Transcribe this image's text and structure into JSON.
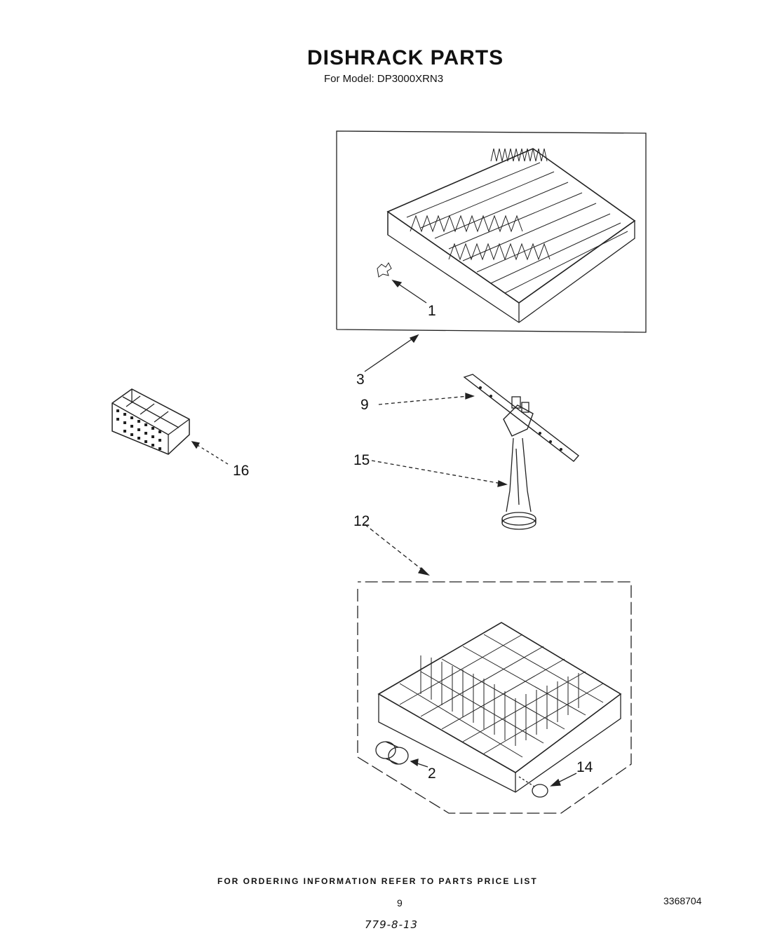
{
  "header": {
    "title": "DISHRACK PARTS",
    "subtitle": "For Model: DP3000XRN3"
  },
  "callouts": {
    "c1": "1",
    "c2": "2",
    "c3": "3",
    "c9": "9",
    "c12": "12",
    "c14": "14",
    "c15": "15",
    "c16": "16"
  },
  "footer": {
    "ordering_note": "FOR ORDERING INFORMATION REFER TO PARTS PRICE LIST",
    "page_number": "9",
    "document_number": "3368704",
    "handwritten_code": "779-8-13"
  }
}
